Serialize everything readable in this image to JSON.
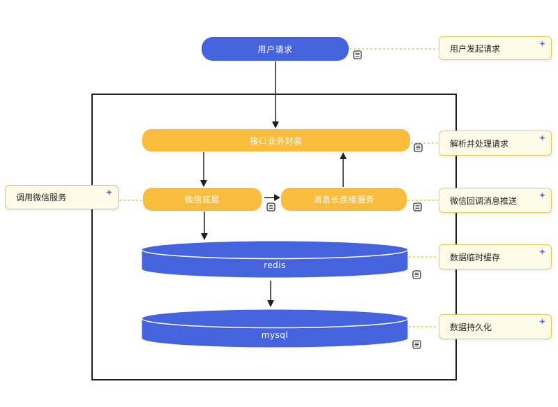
{
  "nodes": {
    "user_request": "用户请求",
    "api_wrapper": "接口业务封装",
    "wechat_base": "微信底层",
    "long_conn": "消息长连接服务",
    "redis": "redis",
    "mysql": "mysql"
  },
  "annotations": {
    "user_initiates": "用户发起请求",
    "parse_handle": "解析并处理请求",
    "call_wechat": "调用微信服务",
    "wechat_callback": "微信回调消息推送",
    "temp_cache": "数据临时缓存",
    "persistence": "数据持久化"
  },
  "icons": {
    "note": "note-icon",
    "sparkle": "sparkle-icon"
  },
  "colors": {
    "node_blue": "#4563dc",
    "node_yellow": "#f9bc3c",
    "annotation_bg": "#fefbe8",
    "annotation_border": "#e6cb52",
    "connector": "#e5c94f",
    "arrow": "#1f1f1f",
    "sparkle": "#5f6bdb"
  }
}
